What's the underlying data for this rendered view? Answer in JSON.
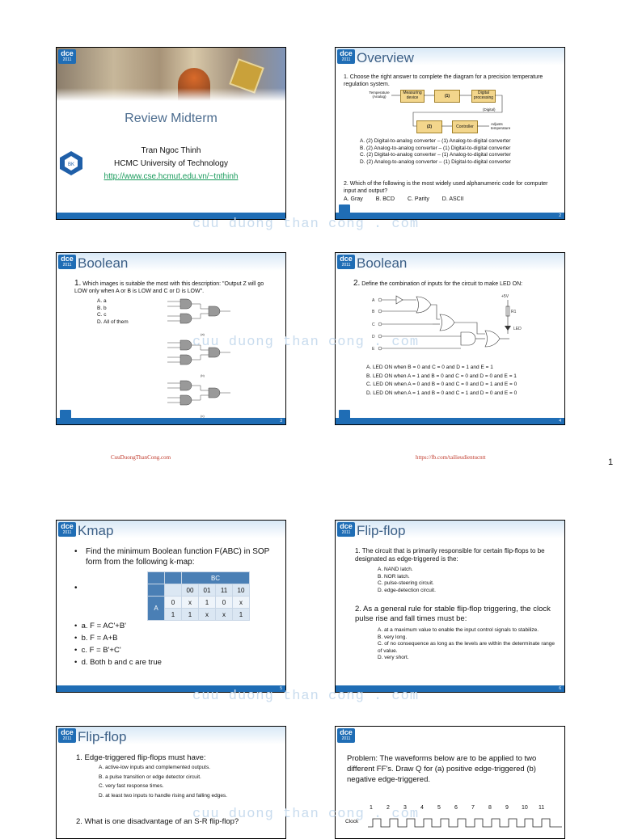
{
  "logo": {
    "main": "dce",
    "sub": "2011"
  },
  "watermark": "cuu duong than cong . com",
  "page_footer": {
    "left": "CuuDuongThanCong.com",
    "right": "https://fb.com/tailieudientucntt",
    "page_number": "1"
  },
  "slide1": {
    "title": "Review Midterm",
    "author": "Tran Ngoc Thinh",
    "org": "HCMC University of Technology",
    "url": "http://www.cse.hcmut.edu.vn/~tnthinh"
  },
  "slide2": {
    "title": "Overview",
    "q1": "1.   Choose the right answer to complete the diagram for a precision temperature regulation system.",
    "diagram": {
      "temp": "Temperature (Analog)",
      "measuring": "Measuring device",
      "b1": "(1)",
      "digital_proc": "Digital processing",
      "digital": "(Digital)",
      "b2": "(2)",
      "controller": "Controller",
      "adjusts": "Adjusts temperature"
    },
    "options": [
      "A.   (2) Digital-to-analog converter – (1) Analog-to-digital converter",
      "B.   (2) Analog-to-analog converter – (1) Digital-to-digital converter",
      "C.   (2) Digital-to-analog converter – (1) Analog-to-digital converter",
      "D.   (2) Analog-to-analog converter – (1) Digital-to-digital converter"
    ],
    "q2": "2.   Which of the following is the most widely used alphanumeric code for computer input and output?",
    "q2_options": [
      "A. Gray",
      "B. BCD",
      "C. Parity",
      "D. ASCII"
    ],
    "page": "2"
  },
  "slide3": {
    "title": "Boolean",
    "num": "1.",
    "question": "Which images is suitable the most with this description: \"Output Z will go LOW only when A or B is LOW and C or D is LOW\".",
    "options": [
      "A.   a",
      "B.   b",
      "C.   c",
      "D.   All of them"
    ],
    "fig_labels": [
      "(a)",
      "(b)",
      "(c)"
    ],
    "page": "3"
  },
  "slide4": {
    "title": "Boolean",
    "num": "2.",
    "question": "Define the combination of inputs for the circuit to make LED ON:",
    "inputs": [
      "A",
      "B",
      "C",
      "D",
      "E"
    ],
    "vcc": "+5V",
    "resistor": "R1",
    "led": "LED",
    "options": [
      "A.   LED ON when B = 0 and C = 0 and D = 1 and E = 1",
      "B.   LED ON when A = 1 and B = 0 and C = 0 and D = 0 and E = 1",
      "C.   LED ON when A = 0 and B = 0 and C = 0 and D = 1 and E = 0",
      "D.   LED ON when A = 1 and B = 0 and C = 1 and D = 0 and E = 0"
    ],
    "page": "4"
  },
  "slide5": {
    "title": "Kmap",
    "question": "Find the minimum Boolean function F(ABC) in SOP form from the following k-map:",
    "kmap": {
      "col_var": "BC",
      "row_var": "A",
      "cols": [
        "00",
        "01",
        "11",
        "10"
      ],
      "rows": [
        {
          "label": "0",
          "cells": [
            "x",
            "1",
            "0",
            "x"
          ]
        },
        {
          "label": "1",
          "cells": [
            "1",
            "x",
            "x",
            "1"
          ]
        }
      ]
    },
    "options": [
      "a.   F = AC'+B'",
      "b.   F = A+B",
      "c.   F = B'+C'",
      "d.   Both b and c are true"
    ],
    "page": "5"
  },
  "slide6": {
    "title": "Flip-flop",
    "q1": "1. The circuit that is primarily responsible for certain flip-flops to be designated as edge-triggered is the:",
    "q1_options": [
      "A.   NAND latch.",
      "B.   NOR latch.",
      "C.   pulse-steering circuit.",
      "D.   edge-detection circuit."
    ],
    "q2": "2. As a general rule for stable flip-flop triggering, the clock pulse rise and fall times must be:",
    "q2_options": [
      "A.   at a maximum value to enable the input control signals to stabilize.",
      "B.   very long.",
      "C.   of no consequence as long as the levels are within the determinate range of value.",
      "D.   very short."
    ],
    "page": "6"
  },
  "slide7": {
    "title": "Flip-flop",
    "q1": "1. Edge-triggered flip-flops must have:",
    "q1_options": [
      "A.   active-low inputs and complemented outputs.",
      "B.   a pulse transition or edge detector circuit.",
      "C.   very fast response times.",
      "D.   at least two inputs to handle rising and falling edges."
    ],
    "q2": "2. What is one disadvantage of an S-R flip-flop?"
  },
  "slide8": {
    "problem": "Problem: The waveforms below are to be applied to two different FF's. Draw Q for (a) positive edge-triggered (b) negative edge-triggered.",
    "clock_label": "Clock",
    "ticks": [
      "1",
      "2",
      "3",
      "4",
      "5",
      "6",
      "7",
      "8",
      "9",
      "10",
      "11"
    ]
  }
}
